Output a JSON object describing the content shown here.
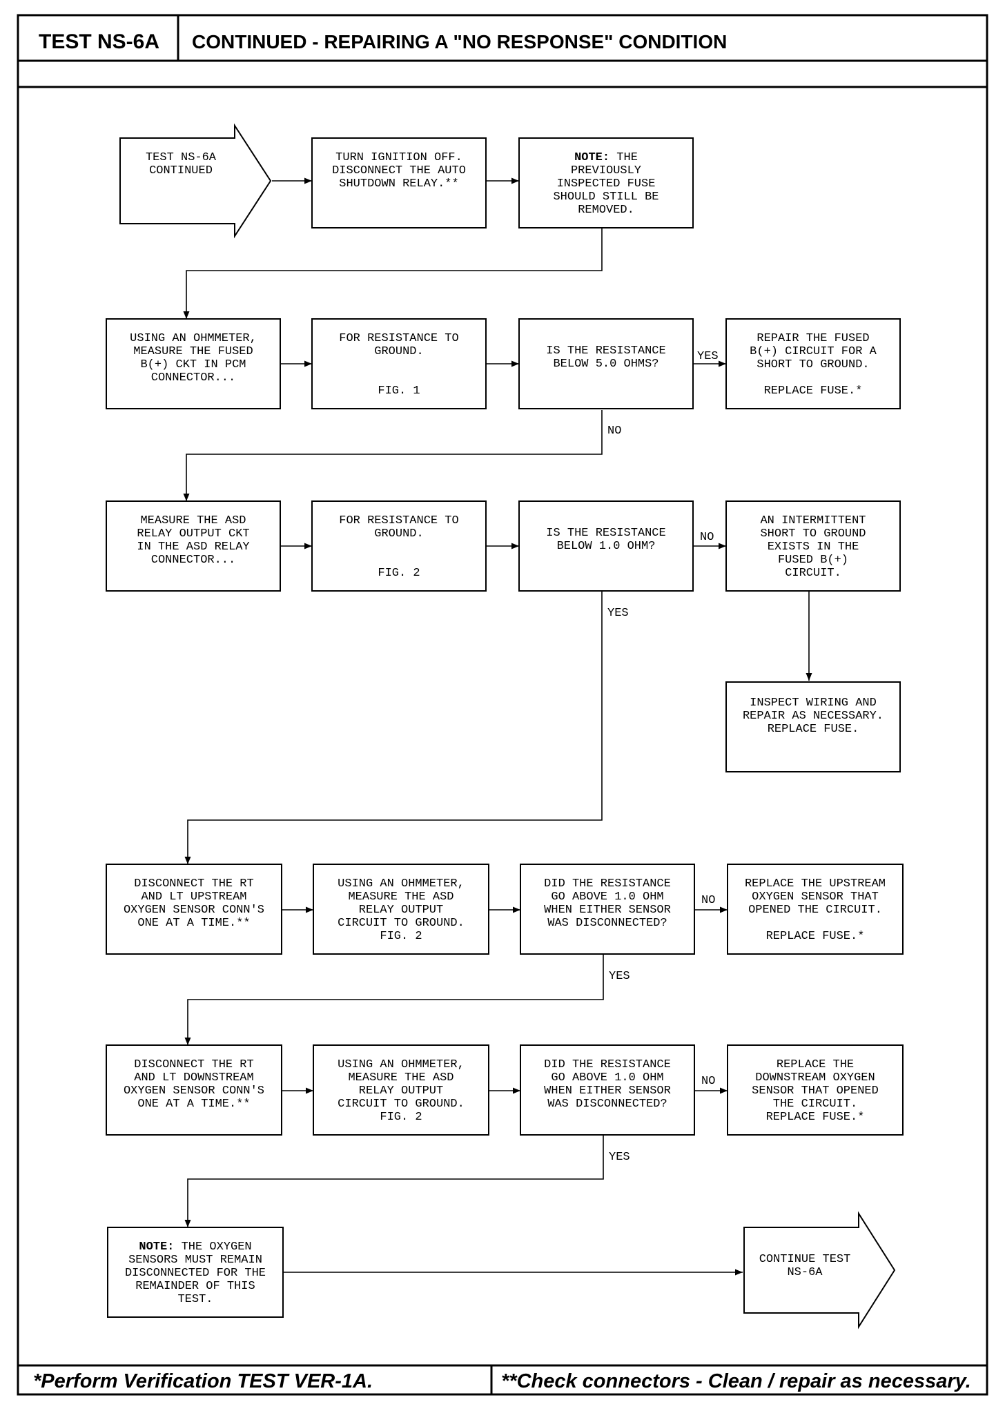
{
  "header": {
    "test_label": "TEST NS-6A",
    "title": "CONTINUED - REPAIRING A \"NO RESPONSE\" CONDITION"
  },
  "nodes": {
    "start": [
      "TEST NS-6A",
      "CONTINUED"
    ],
    "n1": [
      "TURN IGNITION OFF.",
      "DISCONNECT THE AUTO",
      "SHUTDOWN RELAY.**"
    ],
    "n2": [
      "NOTE: THE",
      "PREVIOUSLY",
      "INSPECTED FUSE",
      "SHOULD STILL BE",
      "REMOVED."
    ],
    "r2a": [
      "USING AN OHMMETER,",
      "MEASURE THE FUSED",
      "B(+) CKT IN PCM",
      "CONNECTOR..."
    ],
    "r2b": [
      "FOR RESISTANCE TO",
      "GROUND.",
      "",
      "",
      "FIG. 1"
    ],
    "r2c": [
      "IS THE RESISTANCE",
      "BELOW 5.0 OHMS?"
    ],
    "r2d": [
      "REPAIR THE FUSED",
      "B(+) CIRCUIT FOR A",
      "SHORT TO GROUND.",
      "",
      "REPLACE FUSE.*"
    ],
    "r3a": [
      "MEASURE THE ASD",
      "RELAY OUTPUT CKT",
      "IN THE ASD RELAY",
      "CONNECTOR..."
    ],
    "r3b": [
      "FOR RESISTANCE TO",
      "GROUND.",
      "",
      "",
      "FIG. 2"
    ],
    "r3c": [
      "IS THE RESISTANCE",
      "BELOW 1.0 OHM?"
    ],
    "r3d": [
      "AN INTERMITTENT",
      "SHORT TO GROUND",
      "EXISTS IN THE",
      "FUSED B(+)",
      "CIRCUIT."
    ],
    "r3e": [
      "INSPECT WIRING AND",
      "REPAIR AS NECESSARY.",
      "REPLACE FUSE."
    ],
    "r4a": [
      "DISCONNECT THE RT",
      "AND LT UPSTREAM",
      "OXYGEN SENSOR CONN'S",
      "ONE AT A TIME.**"
    ],
    "r4b": [
      "USING AN OHMMETER,",
      "MEASURE THE ASD",
      "RELAY OUTPUT",
      "CIRCUIT TO GROUND.",
      "FIG. 2"
    ],
    "r4c": [
      "DID THE RESISTANCE",
      "GO ABOVE 1.0 OHM",
      "WHEN EITHER SENSOR",
      "WAS DISCONNECTED?"
    ],
    "r4d": [
      "REPLACE THE UPSTREAM",
      "OXYGEN SENSOR THAT",
      "OPENED THE CIRCUIT.",
      "",
      "REPLACE FUSE.*"
    ],
    "r5a": [
      "DISCONNECT THE RT",
      "AND LT DOWNSTREAM",
      "OXYGEN SENSOR CONN'S",
      "ONE AT A TIME.**"
    ],
    "r5b": [
      "USING AN OHMMETER,",
      "MEASURE THE ASD",
      "RELAY OUTPUT",
      "CIRCUIT TO GROUND.",
      "FIG. 2"
    ],
    "r5c": [
      "DID THE RESISTANCE",
      "GO ABOVE 1.0 OHM",
      "WHEN EITHER SENSOR",
      "WAS DISCONNECTED?"
    ],
    "r5d": [
      "REPLACE THE",
      "DOWNSTREAM OXYGEN",
      "SENSOR THAT OPENED",
      "THE CIRCUIT.",
      "REPLACE FUSE.*"
    ],
    "r6a": [
      "NOTE: THE OXYGEN",
      "SENSORS MUST REMAIN",
      "DISCONNECTED FOR THE",
      "REMAINDER OF THIS",
      "TEST."
    ],
    "end": [
      "CONTINUE TEST",
      "NS-6A"
    ]
  },
  "edge_labels": {
    "r2_yes": "YES",
    "r2_no": "NO",
    "r3_no": "NO",
    "r3_yes": "YES",
    "r4_no": "NO",
    "r4_yes": "YES",
    "r5_no": "NO",
    "r5_yes": "YES"
  },
  "footer": {
    "left": "*Perform Verification TEST VER-1A.",
    "right": "**Check connectors - Clean / repair as necessary."
  }
}
